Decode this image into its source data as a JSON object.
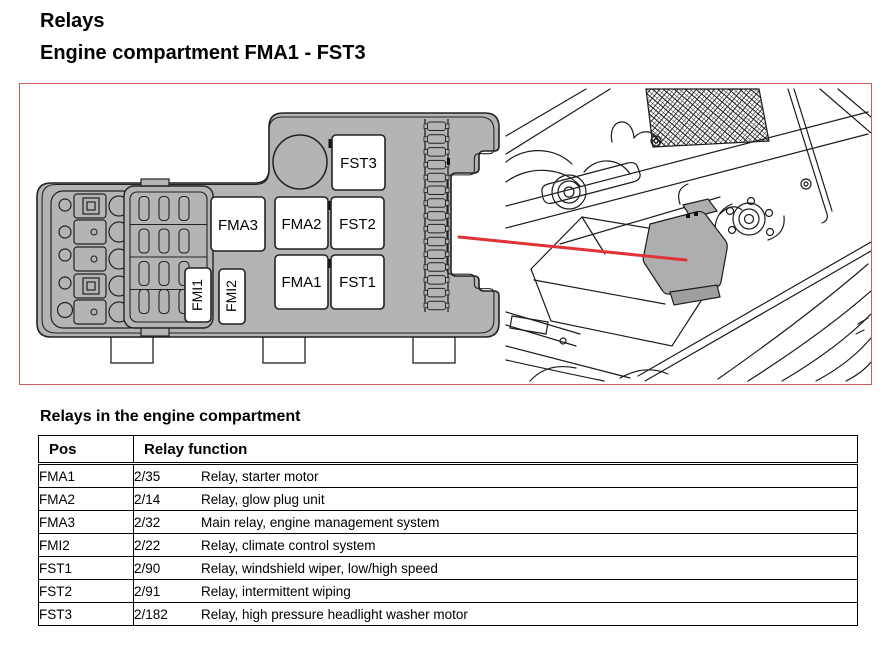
{
  "page": {
    "title_line1": "Relays",
    "title_line2": "Engine compartment FMA1 - FST3"
  },
  "diagram": {
    "description": "Fuse and relay box schematic with engine compartment location illustration",
    "relays": [
      {
        "label": "FST3"
      },
      {
        "label": "FMA3"
      },
      {
        "label": "FMA2"
      },
      {
        "label": "FST2"
      },
      {
        "label": "FMA1"
      },
      {
        "label": "FST1"
      },
      {
        "label": "FMI1"
      },
      {
        "label": "FMI2"
      }
    ],
    "colors": {
      "box_fill": "#b4b4b4",
      "outline": "#222222",
      "panel_border_red": "#cc5b5b",
      "callout_red": "#e03338",
      "cover_gray": "#aeaeae"
    }
  },
  "section": {
    "heading": "Relays in the engine compartment"
  },
  "table": {
    "headers": [
      "Pos",
      "Relay function"
    ],
    "rows": [
      {
        "pos": "FMA1",
        "code": "2/35",
        "function": "Relay, starter motor"
      },
      {
        "pos": "FMA2",
        "code": "2/14",
        "function": "Relay, glow plug unit"
      },
      {
        "pos": "FMA3",
        "code": "2/32",
        "function": "Main relay, engine management system"
      },
      {
        "pos": "FMI2",
        "code": "2/22",
        "function": "Relay, climate control system"
      },
      {
        "pos": "FST1",
        "code": "2/90",
        "function": "Relay, windshield wiper, low/high speed"
      },
      {
        "pos": "FST2",
        "code": "2/91",
        "function": "Relay, intermittent wiping"
      },
      {
        "pos": "FST3",
        "code": "2/182",
        "function": "Relay, high pressure headlight washer motor"
      }
    ]
  }
}
